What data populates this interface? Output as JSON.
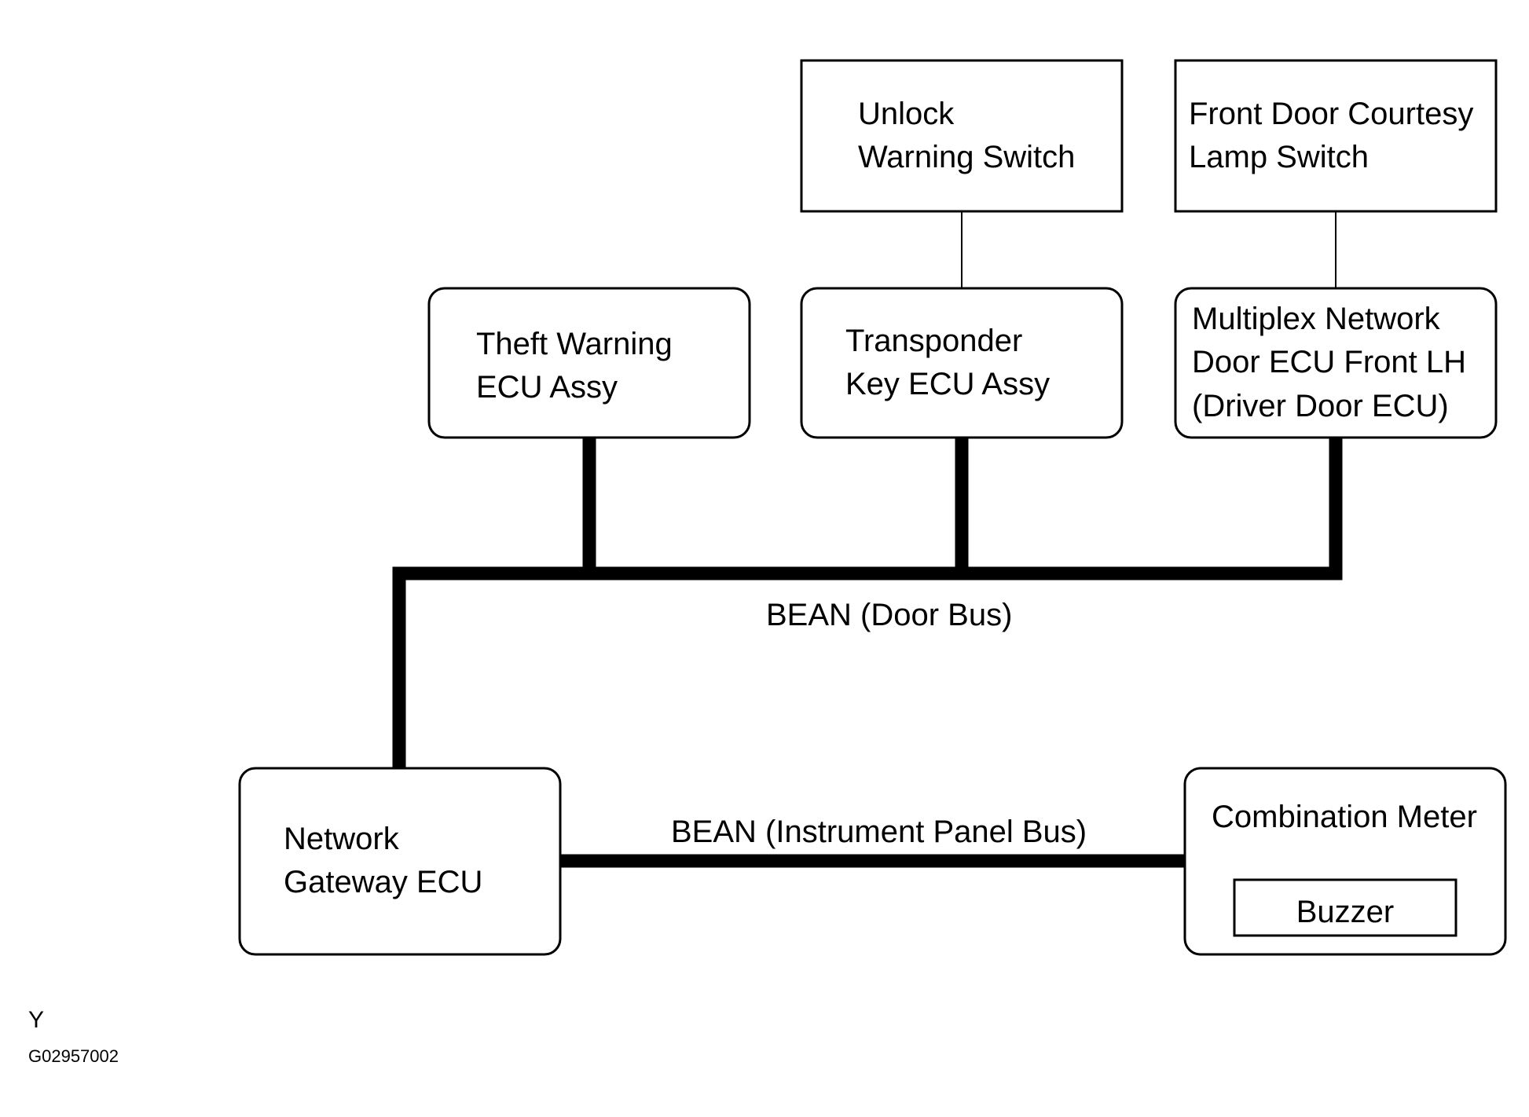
{
  "components": {
    "unlock_warning_switch": [
      "Unlock",
      "Warning Switch"
    ],
    "front_door_courtesy_lamp_switch": [
      "Front Door Courtesy",
      "Lamp Switch"
    ],
    "theft_warning_ecu": [
      "Theft Warning",
      "ECU Assy"
    ],
    "transponder_key_ecu": [
      "Transponder",
      "Key ECU Assy"
    ],
    "multiplex_network_door_ecu": [
      "Multiplex Network",
      "Door ECU Front LH",
      "(Driver Door ECU)"
    ],
    "network_gateway_ecu": [
      "Network",
      "Gateway ECU"
    ],
    "combination_meter": [
      "Combination Meter"
    ],
    "buzzer": [
      "Buzzer"
    ]
  },
  "buses": {
    "door_bus": "BEAN (Door Bus)",
    "instrument_panel_bus": "BEAN (Instrument Panel Bus)"
  },
  "footer": {
    "letter": "Y",
    "figure_id": "G02957002"
  }
}
